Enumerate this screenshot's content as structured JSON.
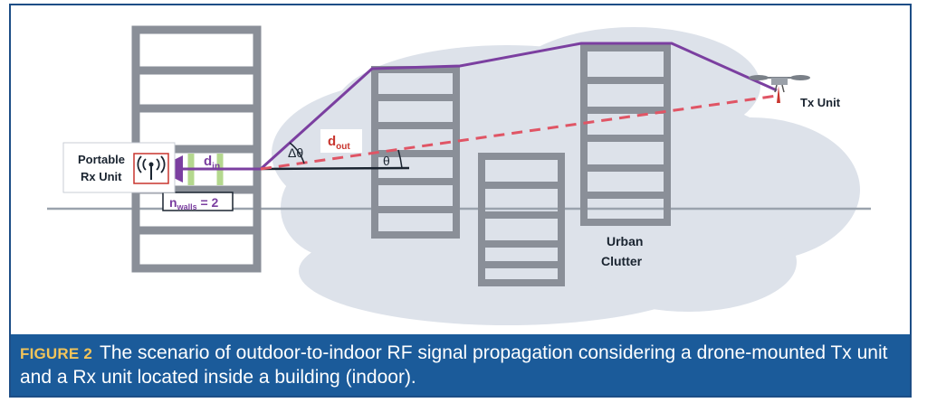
{
  "diagram": {
    "rx_label_line1": "Portable",
    "rx_label_line2": "Rx Unit",
    "tx_label": "Tx Unit",
    "urban_line1": "Urban",
    "urban_line2": "Clutter",
    "d_in_base": "d",
    "d_in_sub": "in",
    "d_out_base": "d",
    "d_out_sub": "out",
    "nwalls_base": "n",
    "nwalls_sub": "walls",
    "nwalls_value": " = 2",
    "theta": "θ",
    "delta_theta": "Δθ",
    "colors": {
      "path": "#7b3fa0",
      "los": "#e05565",
      "d_out": "#c8352e",
      "buildings": "#8a8f98",
      "cloud": "#dde2ea",
      "walls": "#b4d88e",
      "ground": "#9aa3ad"
    }
  },
  "caption": {
    "label": "FIGURE 2",
    "text": "The scenario of outdoor-to-indoor RF signal propagation considering a drone-mounted Tx unit and a Rx unit located inside a building (indoor)."
  }
}
